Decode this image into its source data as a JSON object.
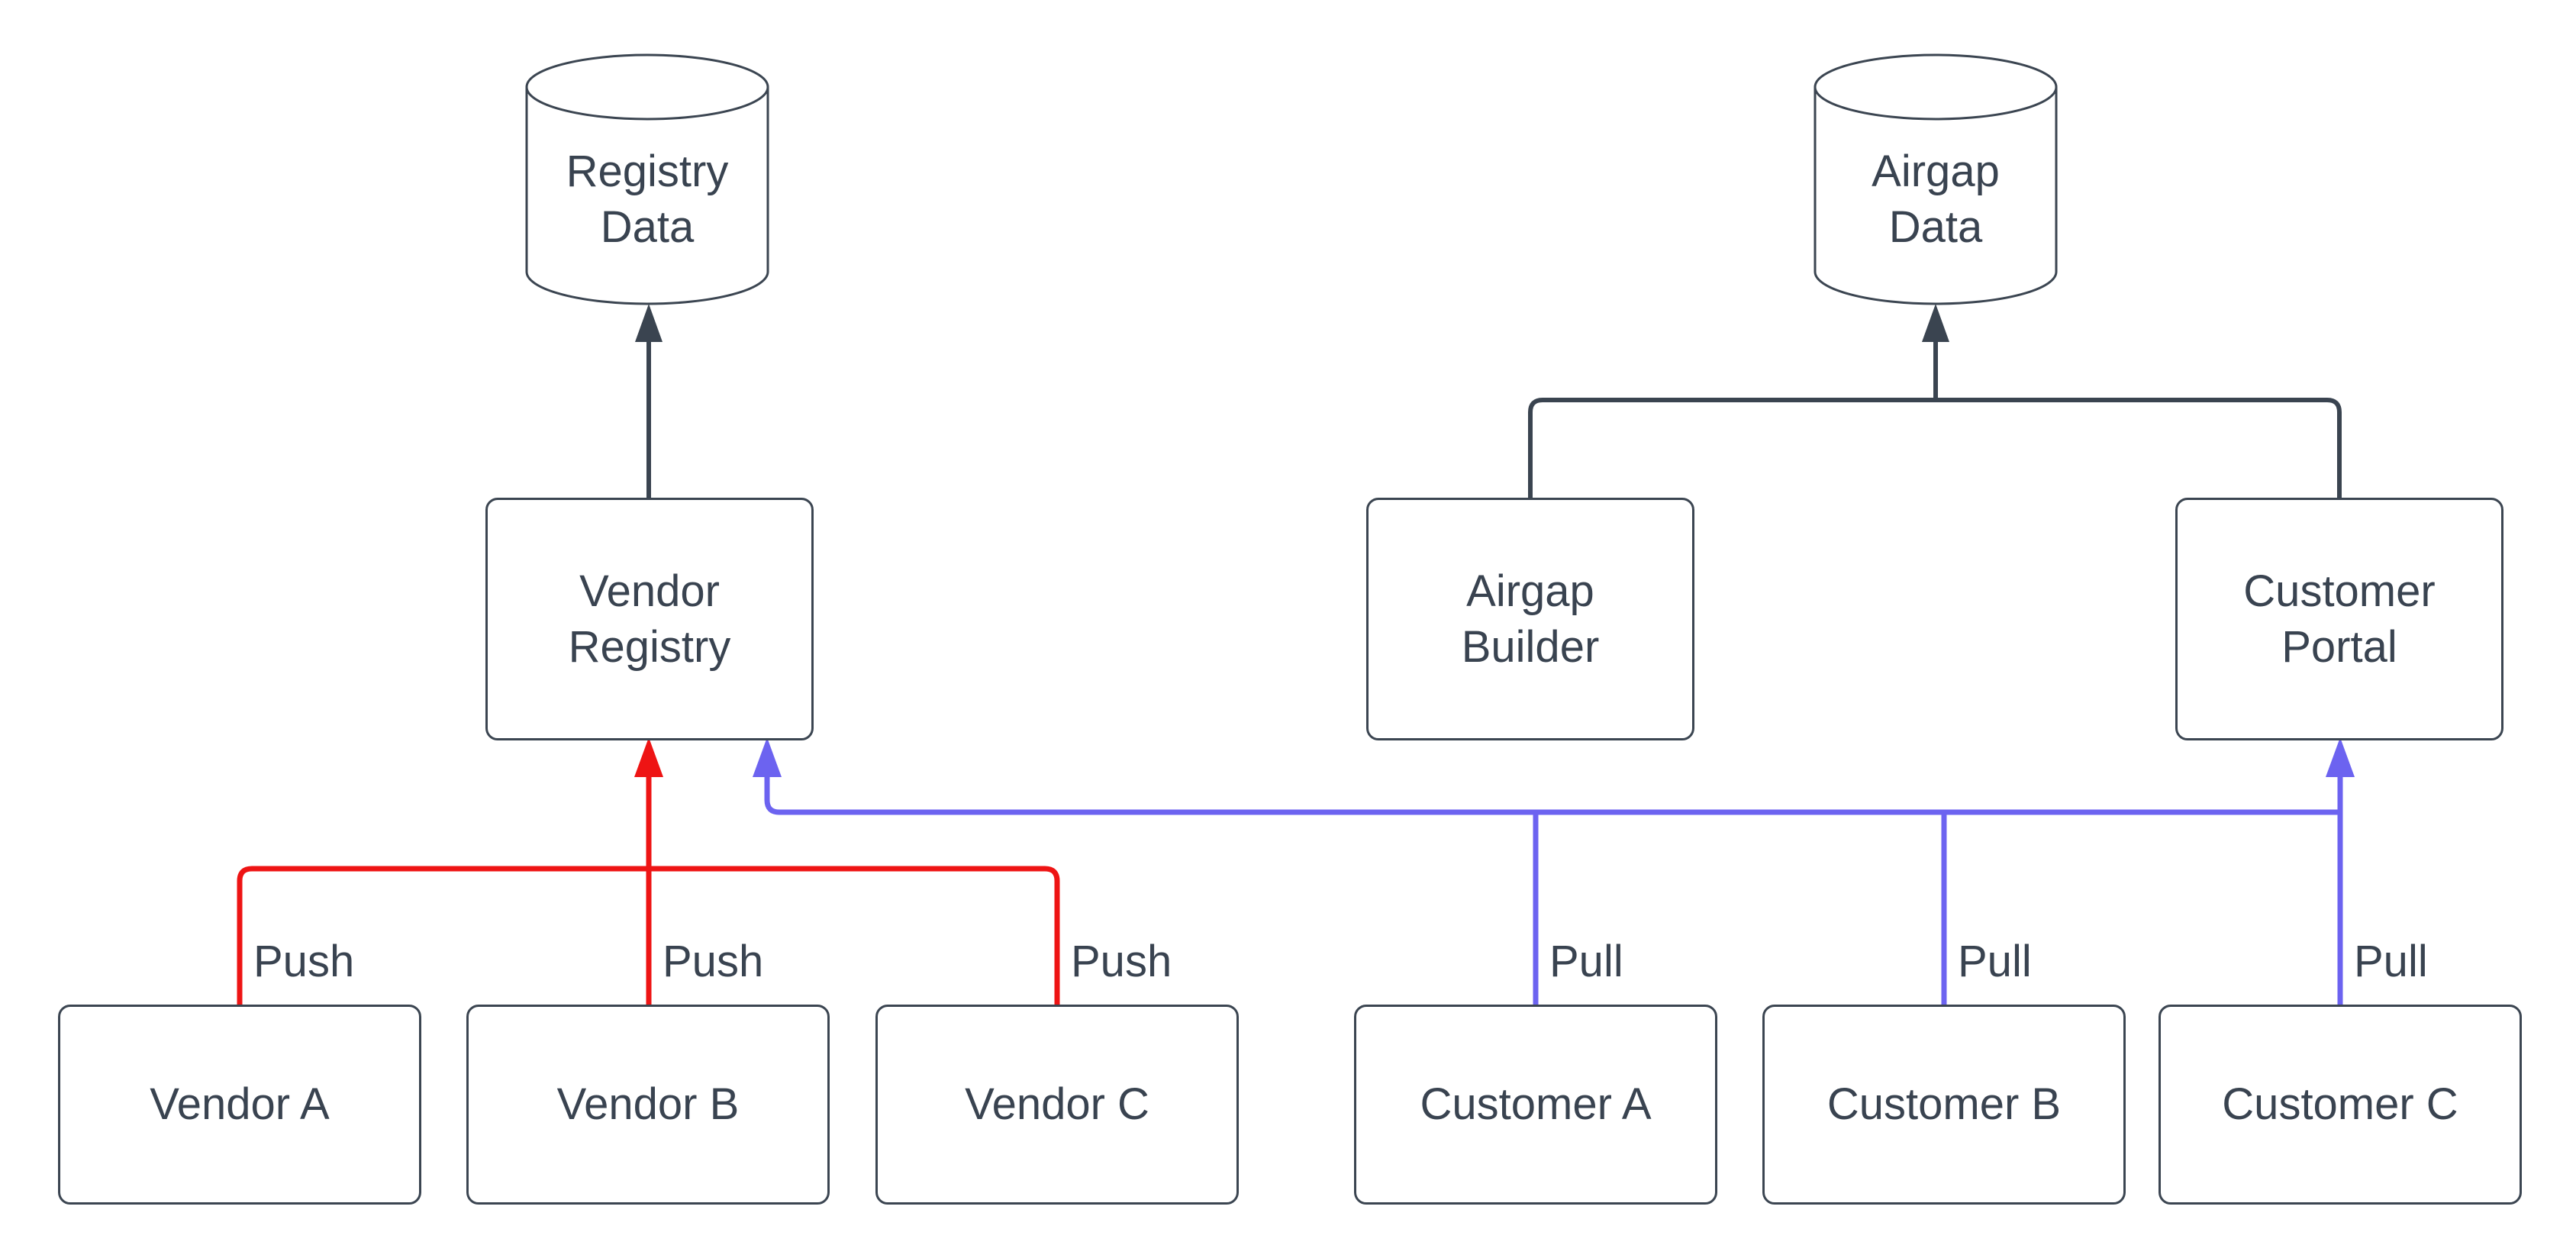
{
  "nodes": {
    "registry_data": {
      "line1": "Registry",
      "line2": "Data"
    },
    "airgap_data": {
      "line1": "Airgap",
      "line2": "Data"
    },
    "vendor_registry": {
      "line1": "Vendor",
      "line2": "Registry"
    },
    "airgap_builder": {
      "line1": "Airgap",
      "line2": "Builder"
    },
    "customer_portal": {
      "line1": "Customer",
      "line2": "Portal"
    },
    "vendor_a": {
      "label": "Vendor A"
    },
    "vendor_b": {
      "label": "Vendor B"
    },
    "vendor_c": {
      "label": "Vendor C"
    },
    "customer_a": {
      "label": "Customer A"
    },
    "customer_b": {
      "label": "Customer B"
    },
    "customer_c": {
      "label": "Customer C"
    }
  },
  "edge_labels": {
    "push_a": "Push",
    "push_b": "Push",
    "push_c": "Push",
    "pull_a": "Pull",
    "pull_b": "Pull",
    "pull_c": "Pull"
  },
  "colors": {
    "background": "#ffffff",
    "node_border": "#3b4551",
    "text": "#394350",
    "flow_edge": "#3a4450",
    "push_edge": "#ee1414",
    "pull_edge": "#6c63f0"
  }
}
